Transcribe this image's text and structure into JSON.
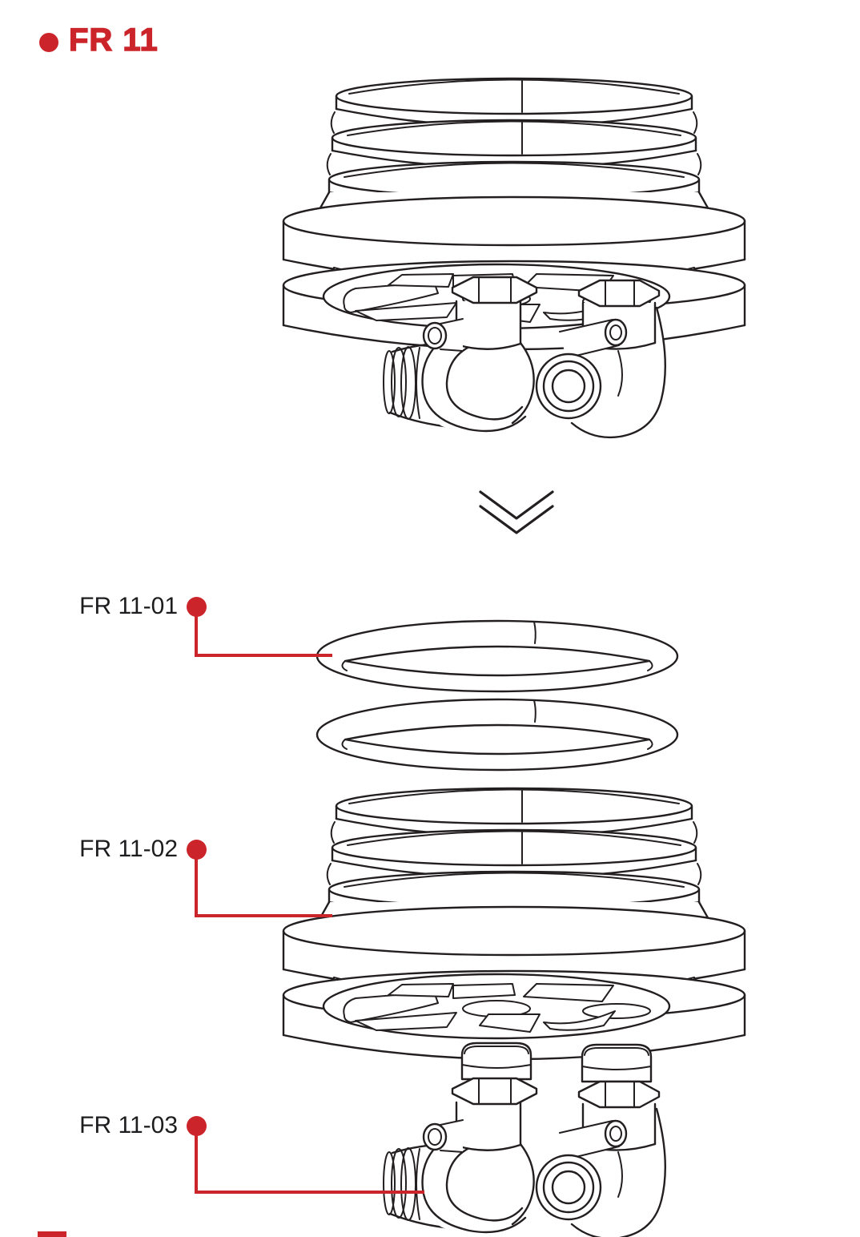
{
  "header": {
    "title": "FR 11"
  },
  "diagram": {
    "assembled_view": "assembled-fitting",
    "transition_icon": "double-chevron-down",
    "parts": [
      {
        "label": "FR 11-01",
        "drawing": "o-ring-seals"
      },
      {
        "label": "FR 11-02",
        "drawing": "threaded-adapter-body"
      },
      {
        "label": "FR 11-03",
        "drawing": "elbow-connectors"
      }
    ]
  },
  "colors": {
    "accent_red": "#cb252b",
    "line_black": "#231f20",
    "background": "#ffffff"
  }
}
